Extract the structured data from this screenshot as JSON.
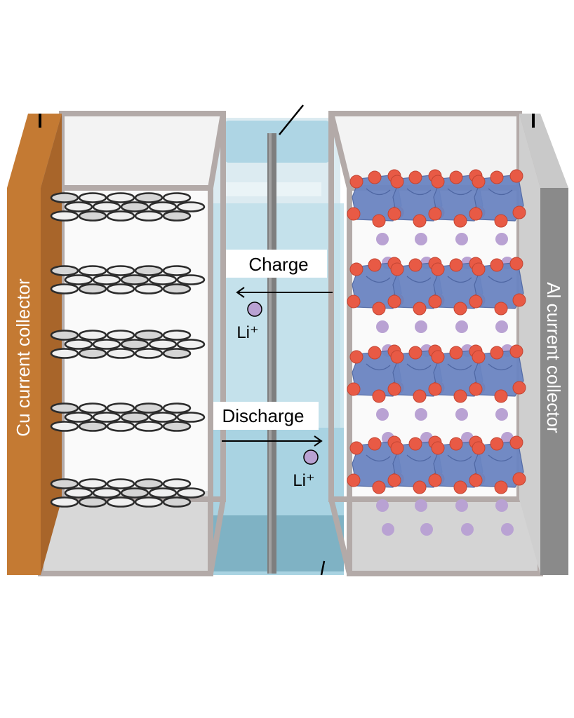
{
  "labels": {
    "cu_collector": "Cu current collector",
    "al_collector": "Al current collector",
    "charge": "Charge",
    "discharge": "Discharge",
    "li_ion_1": "Li⁺",
    "li_ion_2": "Li⁺"
  },
  "colors": {
    "cu": "#c47a33",
    "al": "#8a8a8a",
    "frame": "#b3aaa8",
    "electrolyte": "#a9d3e2",
    "electrolyte_dark": "#7fb2c4",
    "separator": "#7e7e7e",
    "graphite": "#2c2c2c",
    "oxygen": "#e85a45",
    "metal": "#6b85c2",
    "lithium": "#b9a2d3"
  },
  "icons": {
    "graphene_sheet": "graphene-layer-icon",
    "cathode_cluster": "metal-oxide-icon",
    "lithium_ion": "lithium-ion-icon"
  }
}
